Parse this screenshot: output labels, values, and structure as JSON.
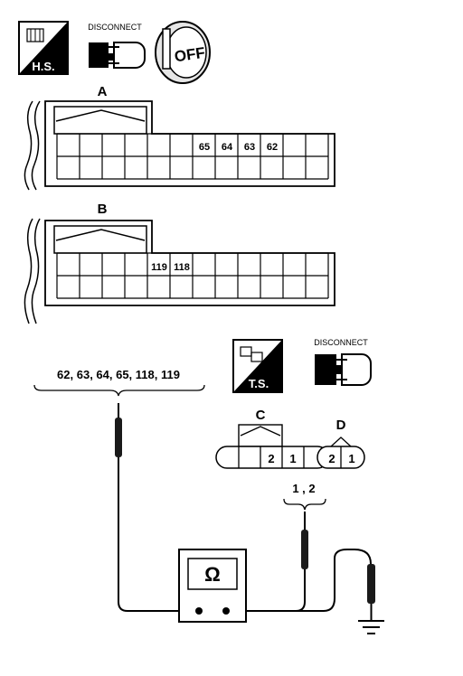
{
  "icons": {
    "hs_badge": {
      "text": "H.S.",
      "icon": "harness-side-icon"
    },
    "ts_badge": {
      "text": "T.S.",
      "icon": "terminal-side-icon"
    },
    "disconnect_top": {
      "text": "DISCONNECT",
      "icon": "connector-disconnect-icon"
    },
    "disconnect_bottom": {
      "text": "DISCONNECT",
      "icon": "connector-disconnect-icon"
    },
    "ignition_key": {
      "text": "OFF",
      "icon": "ignition-key-off-icon"
    }
  },
  "connector_a": {
    "label": "A",
    "pins": [
      "65",
      "64",
      "63",
      "62"
    ]
  },
  "connector_b": {
    "label": "B",
    "pins": [
      "119",
      "118"
    ]
  },
  "connector_c": {
    "label": "C",
    "pins": [
      "2",
      "1"
    ]
  },
  "connector_d": {
    "label": "D",
    "pins": [
      "2",
      "1"
    ]
  },
  "probe_left_label": "62, 63, 64, 65, 118, 119",
  "probe_right_label": "1 , 2",
  "meter_symbol": "Ω",
  "colors": {
    "line": "#000000",
    "fill": "#ffffff",
    "dark": "#1a1a1a"
  }
}
